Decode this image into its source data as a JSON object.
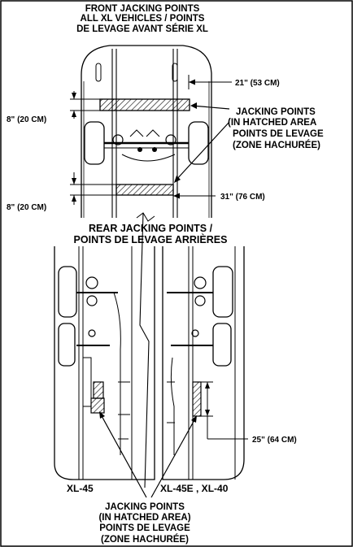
{
  "front": {
    "title": [
      "FRONT JACKING POINTS",
      "ALL XL VEHICLES / POINTS",
      "DE LEVAGE AVANT SÉRIE XL"
    ],
    "dim_width_top": "21\" (53 CM)",
    "dim_width_bottom": "31\" (76 CM)",
    "dim_height_upper": "8\" (20 CM)",
    "dim_height_lower": "8\" (20 CM)",
    "callout": [
      "JACKING POINTS",
      "(IN  HATCHED AREA",
      "POINTS DE LEVAGE",
      "(ZONE HACHURÉE)"
    ]
  },
  "rear": {
    "title": [
      "REAR JACKING POINTS /",
      "POINTS DE LEVAGE ARRIÈRES"
    ],
    "left_model": "XL-45",
    "right_model": "XL-45E , XL-40",
    "dim_length": "25\" (64 CM)",
    "callout": [
      "JACKING POINTS",
      "(IN  HATCHED AREA)",
      "POINTS DE LEVAGE",
      "(ZONE HACHURÉE)"
    ]
  }
}
